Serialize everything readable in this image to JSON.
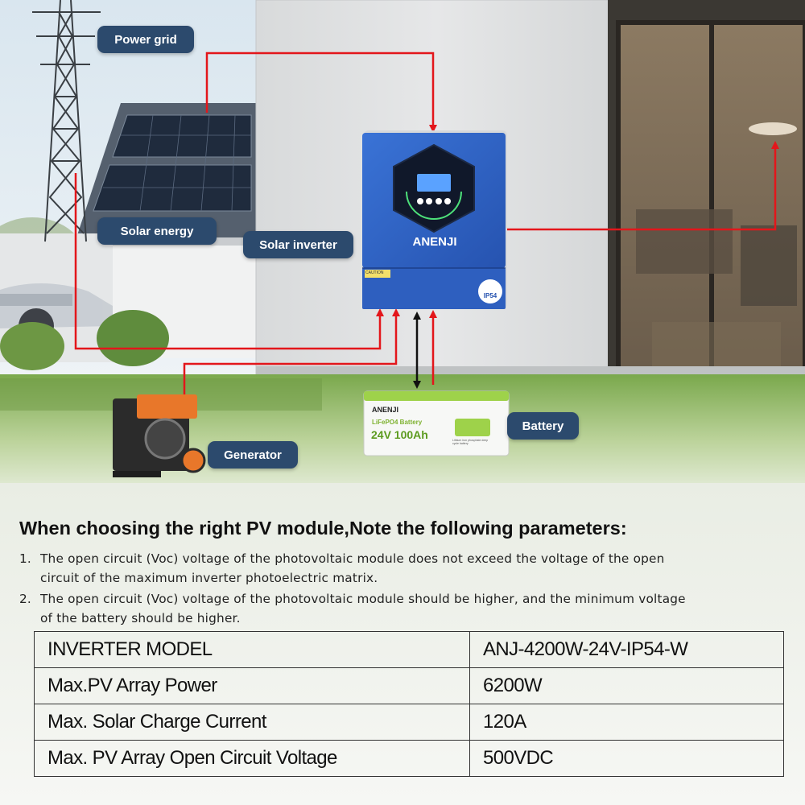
{
  "labels": {
    "power_grid": "Power grid",
    "solar_energy": "Solar energy",
    "solar_inverter": "Solar inverter",
    "generator": "Generator",
    "battery": "Battery"
  },
  "inverter": {
    "brand": "ANENJI",
    "rating": "IP54",
    "caution": "CAUTION"
  },
  "battery_unit": {
    "brand": "ANENJI",
    "type": "LiFePO4 Battery",
    "spec": "24V 100Ah",
    "tagline": "Lithium iron phosphate deep cycle battery"
  },
  "heading": "When choosing the right PV module,Note the following parameters:",
  "notes": [
    {
      "num": "1.",
      "line1": "The open circuit (Voc) voltage of the photovoltaic module does not exceed the voltage of the open",
      "line2": "circuit of the maximum inverter photoelectric matrix."
    },
    {
      "num": "2.",
      "line1": "The open circuit (Voc) voltage of the photovoltaic module should be higher, and the minimum voltage",
      "line2": "of the battery should be higher."
    }
  ],
  "specs": [
    {
      "label": "INVERTER MODEL",
      "value": "ANJ-4200W-24V-IP54-W"
    },
    {
      "label": "Max.PV Array Power",
      "value": "6200W"
    },
    {
      "label": "Max. Solar Charge Current",
      "value": "120A"
    },
    {
      "label": "Max. PV Array Open Circuit Voltage",
      "value": "500VDC"
    }
  ],
  "colors": {
    "label_bg": "#2c4a6d",
    "wire_red": "#e3161b",
    "inverter_blue": "#2f62c4",
    "battery_green": "#9ed24a"
  }
}
